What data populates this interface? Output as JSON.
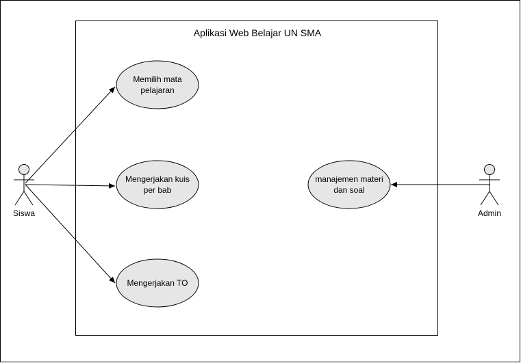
{
  "system": {
    "title": "Aplikasi Web Belajar UN SMA"
  },
  "actors": {
    "siswa": {
      "label": "Siswa"
    },
    "admin": {
      "label": "Admin"
    }
  },
  "use_cases": {
    "uc1": {
      "line1": "Memilih mata",
      "line2": "pelajaran"
    },
    "uc2": {
      "line1": "Mengerjakan kuis",
      "line2": "per bab"
    },
    "uc3": {
      "line1": "Mengerjakan TO",
      "line2": ""
    },
    "uc4": {
      "line1": "manajemen materi",
      "line2": "dan soal"
    }
  },
  "colors": {
    "use_case_fill": "#e6e6e6",
    "stroke": "#000000",
    "actor_fill": "#e6e6e6",
    "background": "#ffffff"
  }
}
